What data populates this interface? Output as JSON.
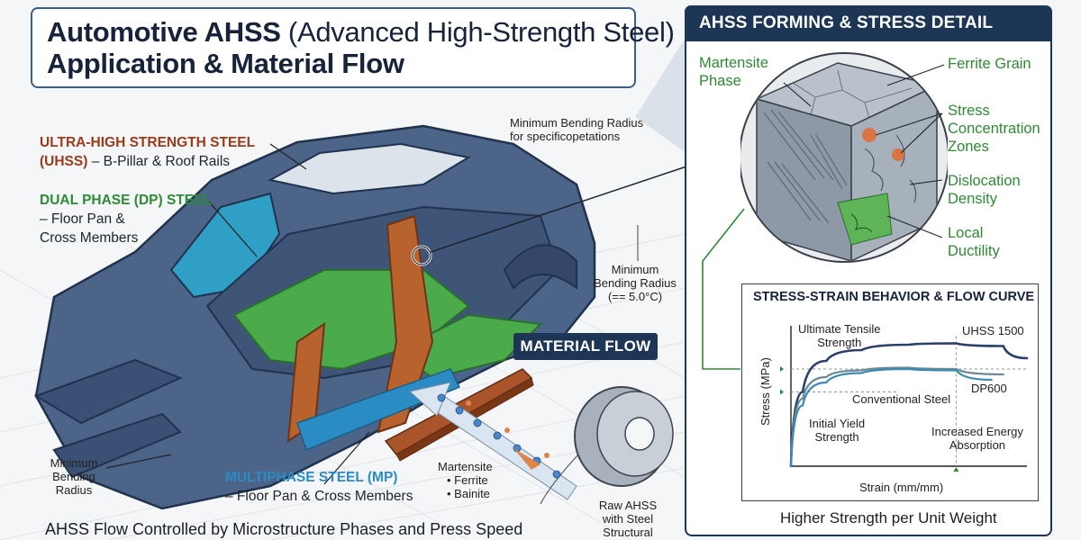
{
  "title": {
    "line1_bold": "Automotive AHSS",
    "line1_light": "(Advanced High-Strength Steel)",
    "line2": "Application & Material Flow"
  },
  "labels": {
    "uhss_name": "ULTRA-HIGH STRENGTH STEEL",
    "uhss_abbr": "(UHSS)",
    "uhss_desc": "– B-Pillar & Roof Rails",
    "dp_name": "DUAL PHASE (DP) STEEL",
    "dp_desc1": "– Floor Pan &",
    "dp_desc2": "Cross Members",
    "mp_name": "MULTIPHASE STEEL (MP)",
    "mp_desc": "– Floor Pan & Cross Members",
    "min_bend_top1": "Minimum Bending Radius",
    "min_bend_top2": "for specificopetations",
    "min_bend_mid1": "Minimum",
    "min_bend_mid2": "Bending Radius",
    "min_bend_mid3": "(== 5.0°C)",
    "min_bend_left1": "Minimum",
    "min_bend_left2": "Bending",
    "min_bend_left3": "Radius",
    "phase_title": "Martensite",
    "phase_1": "• Ferrite",
    "phase_2": "• Bainite",
    "raw1": "Raw AHSS",
    "raw2": "with Steel",
    "raw3": "Structural",
    "material_flow": "MATERIAL FLOW",
    "footer": "AHSS Flow Controlled by Microstructure Phases and Press Speed"
  },
  "detail": {
    "header": "AHSS FORMING & STRESS DETAIL",
    "martensite1": "Martensite",
    "martensite2": "Phase",
    "ferrite": "Ferrite Grain",
    "stress1": "Stress",
    "stress2": "Concentration",
    "stress3": "Zones",
    "dislocation1": "Dislocation",
    "dislocation2": "Density",
    "local1": "Local",
    "local2": "Ductility",
    "bottom_note": "Higher Strength per Unit  Weight"
  },
  "chart_data": {
    "type": "line",
    "title": "STRESS-STRAIN BEHAVIOR & FLOW CURVE",
    "xlabel": "Strain (mm/mm)",
    "ylabel": "Stress (MPa)",
    "series": [
      {
        "name": "UHSS 1500",
        "x": [
          0,
          0.05,
          0.15,
          0.3,
          0.5,
          0.7,
          0.9,
          1.0
        ],
        "y": [
          0,
          0.55,
          0.78,
          0.86,
          0.9,
          0.91,
          0.89,
          0.8
        ]
      },
      {
        "name": "Conventional Steel",
        "x": [
          0,
          0.05,
          0.15,
          0.3,
          0.5,
          0.7,
          0.9
        ],
        "y": [
          0,
          0.5,
          0.66,
          0.71,
          0.73,
          0.72,
          0.68
        ]
      },
      {
        "name": "DP600",
        "x": [
          0,
          0.05,
          0.15,
          0.3,
          0.5,
          0.7,
          0.85
        ],
        "y": [
          0,
          0.45,
          0.62,
          0.69,
          0.72,
          0.71,
          0.64
        ]
      }
    ],
    "annotations": {
      "uts1": "Ultimate Tensile",
      "uts2": "Strength",
      "conventional": "Conventional Steel",
      "yield1": "Initial Yield",
      "yield2": "Strength",
      "energy1": "Increased Energy",
      "energy2": "Absorption"
    },
    "colors": {
      "uhss": "#2b3f6b",
      "conventional": "#6f8a97",
      "dp600": "#3c8ab0",
      "marker": "#2f8a34"
    }
  },
  "colors": {
    "navy": "#1d3656",
    "uhss": "#9a3b1a",
    "dp": "#2f8a34",
    "mp": "#2b8cc4",
    "car_body": "#4c6488",
    "floor": "#4bab4a",
    "pillar": "#b8622e"
  }
}
